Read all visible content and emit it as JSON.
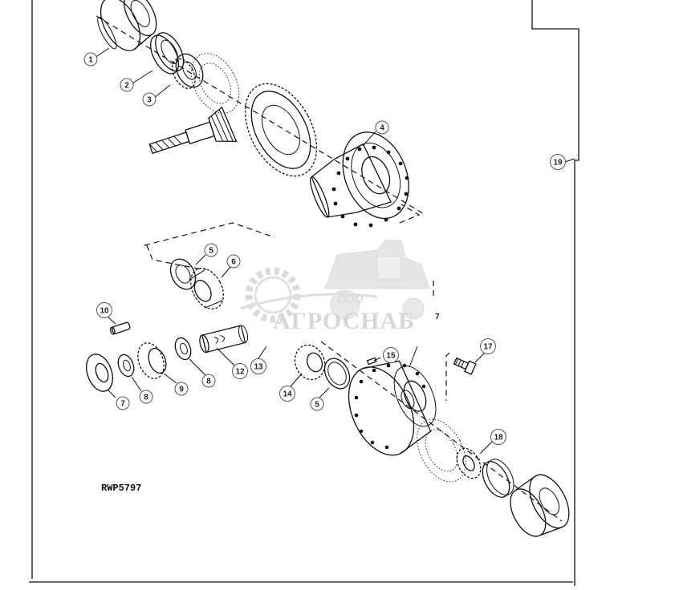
{
  "reference_code": "RWP5797",
  "watermark": {
    "company_prefix": "ООО",
    "company_name": "АГРОСНАБ"
  },
  "callouts": [
    {
      "id": "c1",
      "label": "1"
    },
    {
      "id": "c2",
      "label": "2"
    },
    {
      "id": "c3",
      "label": "3"
    },
    {
      "id": "c4",
      "label": "4"
    },
    {
      "id": "c5a",
      "label": "5"
    },
    {
      "id": "c6",
      "label": "6"
    },
    {
      "id": "c10",
      "label": "10"
    },
    {
      "id": "c7",
      "label": "7"
    },
    {
      "id": "c8",
      "label": "8"
    },
    {
      "id": "c9",
      "label": "9"
    },
    {
      "id": "c8b",
      "label": "8"
    },
    {
      "id": "c12",
      "label": "12"
    },
    {
      "id": "c13",
      "label": "13"
    },
    {
      "id": "c14",
      "label": "14"
    },
    {
      "id": "c15",
      "label": "15"
    },
    {
      "id": "c5b",
      "label": "5"
    },
    {
      "id": "c17",
      "label": "17"
    },
    {
      "id": "c18",
      "label": "18"
    },
    {
      "id": "c19",
      "label": "19"
    }
  ],
  "marks": {
    "small_seven": "7"
  }
}
